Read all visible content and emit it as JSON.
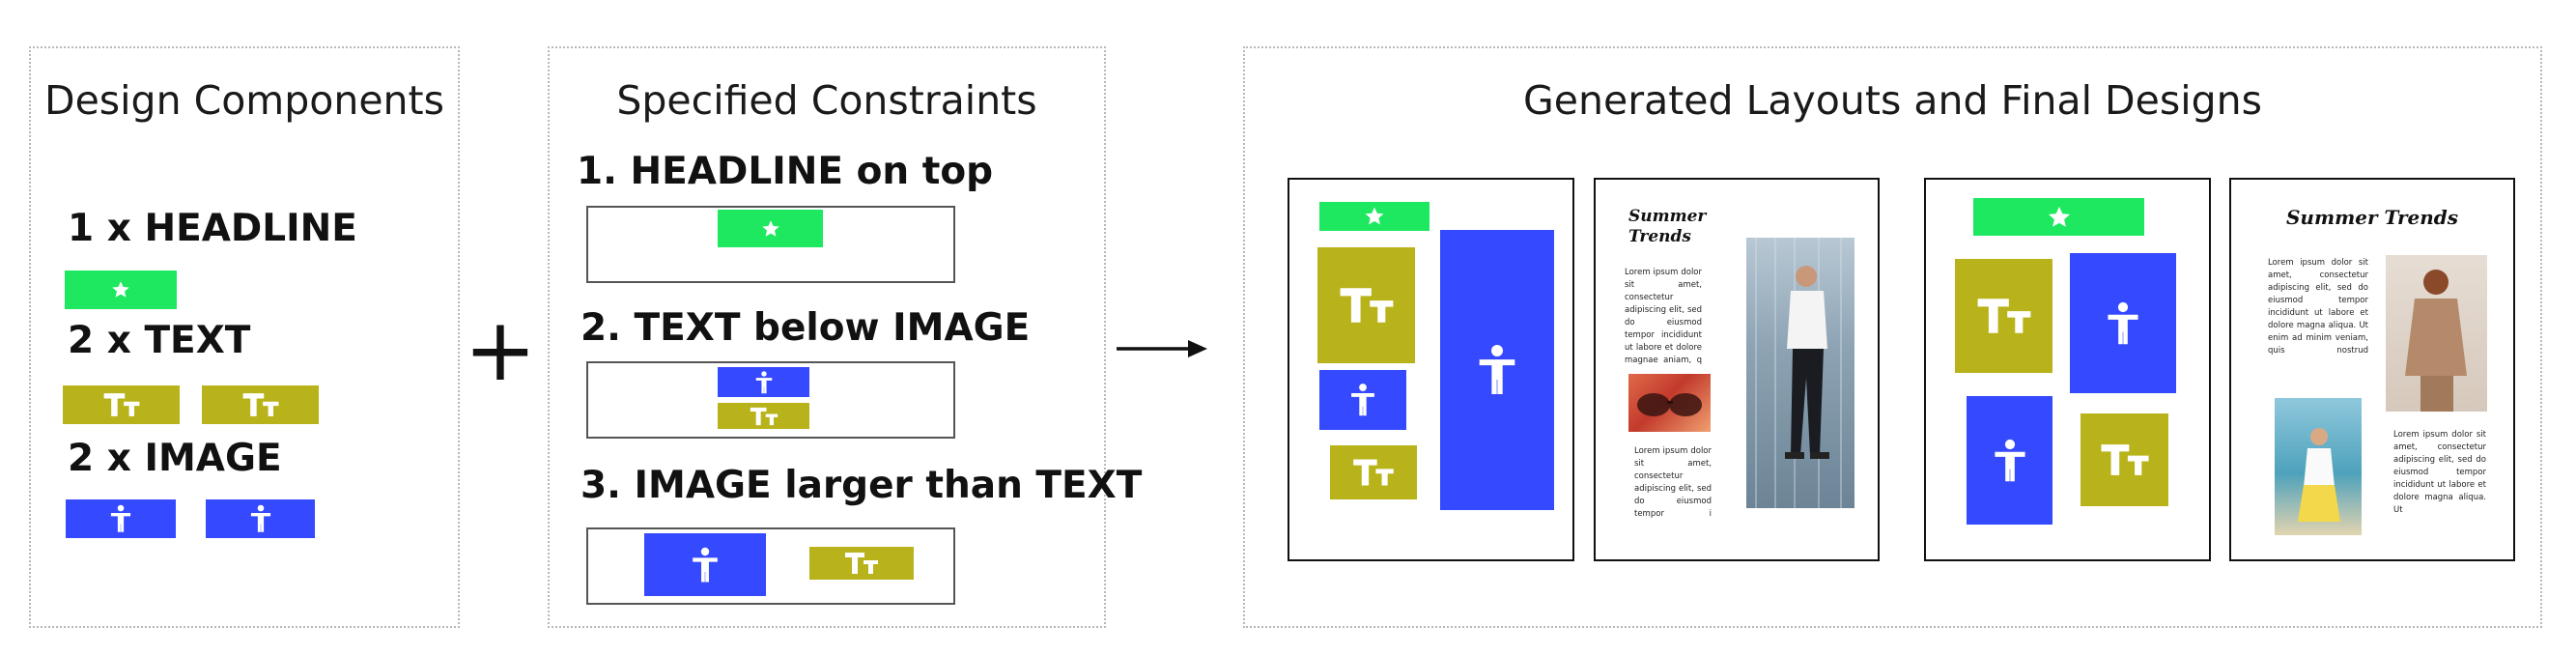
{
  "panels": {
    "components": {
      "title": "Design Components",
      "items": [
        {
          "label": "1 x HEADLINE"
        },
        {
          "label": "2 x TEXT"
        },
        {
          "label": "2 x IMAGE"
        }
      ]
    },
    "constraints": {
      "title": "Specified Constraints",
      "items": [
        {
          "label": "1. HEADLINE on top"
        },
        {
          "label": "2. TEXT below IMAGE"
        },
        {
          "label": "3. IMAGE larger than TEXT"
        }
      ]
    },
    "results": {
      "title": "Generated Layouts and Final Designs"
    }
  },
  "plus_symbol": "+",
  "posters": {
    "poster1": {
      "title_line1": "Summer",
      "title_line2": "Trends",
      "text_top": "Lorem ipsum dolor sit amet, consectetur adipiscing elit, sed do eiusmod tempor incididunt ut labore et dolore magnae aniam, q",
      "text_bottom": "Lorem ipsum dolor sit amet, consectetur adipiscing elit, sed do eiusmod tempor i"
    },
    "poster2": {
      "title": "Summer Trends",
      "text_top": "Lorem ipsum dolor sit amet, consectetur adipiscing elit, sed do eiusmod tempor incididunt ut labore et dolore magna aliqua. Ut enim ad minim veniam, quis nostrud",
      "text_bottom": "Lorem ipsum dolor sit amet, consectetur adipiscing elit, sed do eiusmod tempor incididunt ut labore et dolore magna aliqua. Ut"
    }
  },
  "colors": {
    "headline": "#1de85f",
    "text": "#b8b31a",
    "image": "#3549ff"
  },
  "icons": {
    "headline": "star-icon",
    "text": "text-size-icon",
    "image": "person-icon",
    "arrow": "right-arrow-icon"
  }
}
